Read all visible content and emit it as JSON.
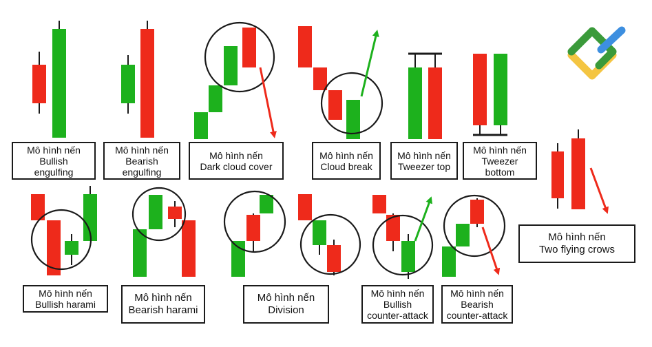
{
  "colors": {
    "bull": "#1db11d",
    "bear": "#ee2a1b",
    "line": "#1a1a1a",
    "logo_green": "#3a9a3a",
    "logo_blue": "#3d8fe0",
    "logo_yellow": "#f4c542"
  },
  "logo": {
    "icon": "brand-logo-icon"
  },
  "labels": {
    "bullish_engulfing": [
      "Mô hình nến",
      "Bullish",
      "engulfing"
    ],
    "bearish_engulfing": [
      "Mô hình nến",
      "Bearish",
      "engulfing"
    ],
    "dark_cloud_cover": [
      "Mô hình nến",
      "Dark cloud cover"
    ],
    "cloud_break": [
      "Mô hình nến",
      "Cloud break"
    ],
    "tweezer_top": [
      "Mô hình nến",
      "Tweezer top"
    ],
    "tweezer_bottom": [
      "Mô hình nến",
      "Tweezer",
      "bottom"
    ],
    "two_flying_crows": [
      "Mô hình nến",
      "Two flying crows"
    ],
    "bullish_harami": [
      "Mô hình nến",
      "Bullish harami"
    ],
    "bearish_harami": [
      "Mô hình nến",
      "Bearish harami"
    ],
    "division": [
      "Mô hình nến",
      "Division"
    ],
    "bullish_counter_attack": [
      "Mô hình nến",
      "Bullish",
      "counter-attack"
    ],
    "bearish_counter_attack": [
      "Mô hình nến",
      "Bearish",
      "counter-attack"
    ]
  }
}
